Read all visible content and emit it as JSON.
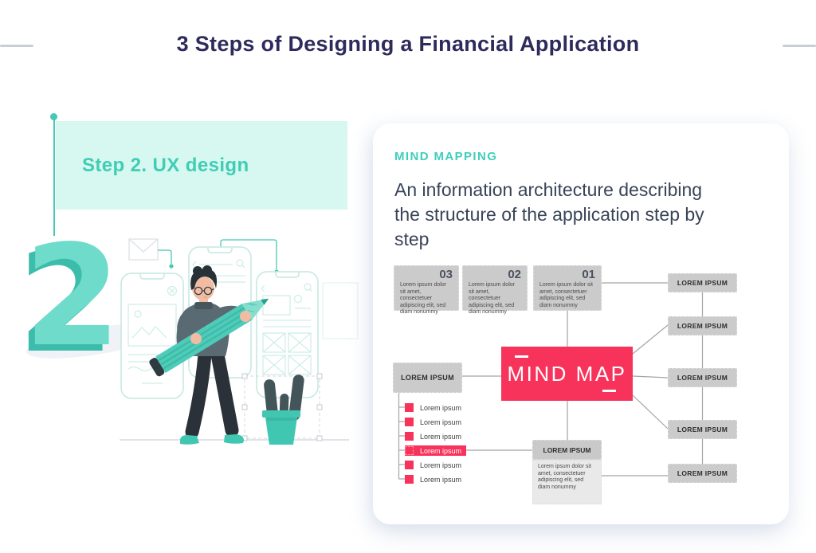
{
  "title": "3 Steps of Designing a Financial Application",
  "step": {
    "numeral": "2",
    "banner_label": "Step 2. UX design"
  },
  "card": {
    "kicker": "MIND MAPPING",
    "description": "An information architecture describing the structure of the application step by step"
  },
  "mindmap": {
    "center_label": "MIND MAP",
    "numbered_boxes": [
      {
        "number": "03",
        "text": "Lorem ipsum dolor sit amet, consectetuer adipiscing elit, sed diam nonummy"
      },
      {
        "number": "02",
        "text": "Lorem ipsum dolor sit amet, consectetuer adipiscing elit, sed diam nonummy"
      },
      {
        "number": "01",
        "text": "Lorem ipsum dolor sit amet, consectetuer adipiscing elit, sed diam nonummy"
      }
    ],
    "left_branch_label": "LOREM IPSUM",
    "right_branch_labels": [
      "LOREM IPSUM",
      "LOREM IPSUM",
      "LOREM IPSUM",
      "LOREM IPSUM",
      "LOREM IPSUM"
    ],
    "bottom_box": {
      "label": "LOREM IPSUM",
      "text": "Lorem ipsum dolor sit amet, consectetuer adipiscing elit, sed diam nonummy"
    },
    "list_items": [
      {
        "label": "Lorem ipsum",
        "highlighted": false
      },
      {
        "label": "Lorem ipsum",
        "highlighted": false
      },
      {
        "label": "Lorem ipsum",
        "highlighted": false
      },
      {
        "label": "Lorem ipsum",
        "highlighted": true
      },
      {
        "label": "Lorem ipsum",
        "highlighted": false
      },
      {
        "label": "Lorem ipsum",
        "highlighted": false
      }
    ]
  },
  "colors": {
    "accent_teal": "#3FCDB4",
    "banner_bg": "#D7F7F1",
    "highlight_red": "#F8335B",
    "title_navy": "#2E2A5C",
    "box_gray": "#CBCBCB",
    "text_dark": "#3A4458"
  }
}
